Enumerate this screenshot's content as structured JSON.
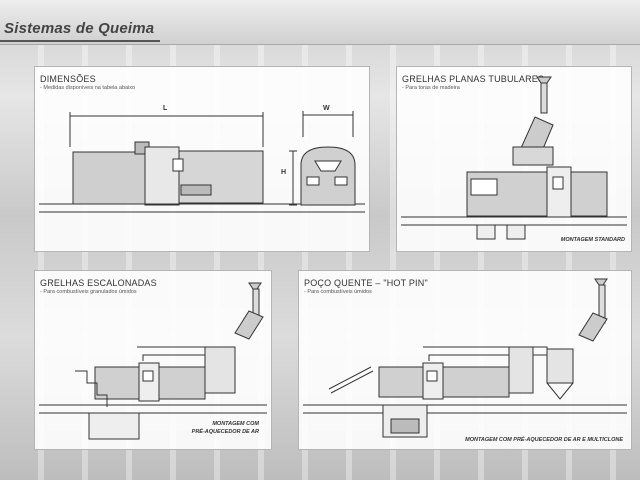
{
  "page": {
    "title": "Sistemas de Queima"
  },
  "panels": {
    "dimensoes": {
      "title": "DIMENSÕES",
      "subtitle": "- Medidas disponíveis na tabela abaixo",
      "labels": {
        "length": "L",
        "width": "W",
        "height": "H"
      }
    },
    "grelhas_planas": {
      "title": "GRELHAS PLANAS TUBULARES",
      "subtitle": "- Para toras de madeira",
      "caption": "MONTAGEM STANDARD"
    },
    "grelhas_escalonadas": {
      "title": "GRELHAS ESCALONADAS",
      "subtitle": "- Para combustíveis granulados úmidos",
      "caption_line1": "MONTAGEM COM",
      "caption_line2": "PRÉ-AQUECEDOR DE AR"
    },
    "poco_quente": {
      "title": "POÇO QUENTE – \"HOT PIN\"",
      "subtitle": "- Para combustíveis úmidos",
      "caption": "MONTAGEM COM PRÉ-AQUECEDOR DE AR E MULTICLONE"
    }
  }
}
